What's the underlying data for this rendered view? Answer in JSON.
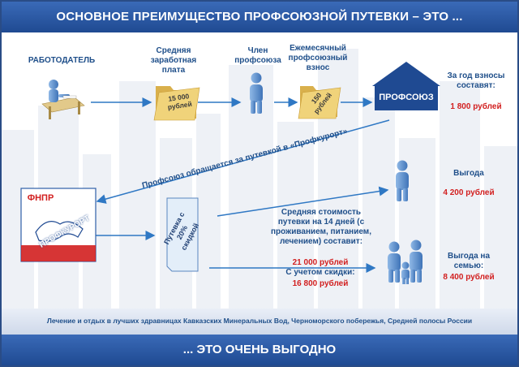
{
  "header": {
    "title": "ОСНОВНОЕ ПРЕИМУЩЕСТВО ПРОФСОЮЗНОЙ ПУТЕВКИ – ЭТО ..."
  },
  "employer": {
    "label": "РАБОТОДАТЕЛЬ"
  },
  "salary": {
    "label": "Средняя заработная плата",
    "amount": "15 000 рублей"
  },
  "member": {
    "label": "Член профсоюза"
  },
  "fee": {
    "label": "Ежемесячный профсоюзный взнос",
    "amount": "150 рублей"
  },
  "union": {
    "label": "ПРОФСОЮЗ"
  },
  "yearly": {
    "label": "За год взносы составят:",
    "amount": "1 800 рублей"
  },
  "request": {
    "text": "Профсоюз обращается за путевкой в «Профкурорт»"
  },
  "logo": {
    "top": "ФНПР",
    "bottom": "ПРОФКУРОРТ"
  },
  "voucher": {
    "text": "Путевка с 20% скидкой"
  },
  "benefit_single": {
    "label": "Выгода",
    "amount": "4 200 рублей"
  },
  "cost": {
    "label": "Средняя стоимость путевки на 14 дней (с проживанием, питанием, лечением) составит:",
    "amount": "21 000 рублей",
    "discount_label": "С учетом скидки:",
    "discount_amount": "16 800 рублей"
  },
  "benefit_family": {
    "label": "Выгода на семью:",
    "amount": "8 400 рублей"
  },
  "footer_note": "Лечение и отдых в лучших здравницах Кавказских Минеральных Вод, Черноморского побережья, Средней полосы России",
  "footer": {
    "title": "... ЭТО ОЧЕНЬ ВЫГОДНО"
  },
  "colors": {
    "brand": "#1f4a92",
    "accent": "#2f78c4",
    "highlight": "#d21f1f",
    "folder": "#e8c76a"
  }
}
